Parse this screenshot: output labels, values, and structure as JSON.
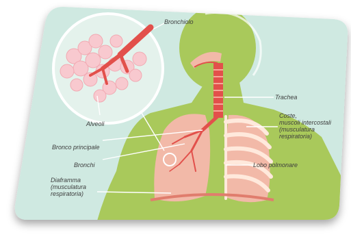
{
  "image_title": "",
  "labels": {
    "bronchiolo": "Bronchiolo",
    "trachea": "Trachea",
    "coste": "Coste,\nmuscoli intercostali\n(musculatura\nrespiratoria)",
    "alveoli": "Alveoli",
    "bronco_principale": "Bronco principale",
    "bronchi": "Bronchi",
    "lobo_polmonare": "Lobo polmonare",
    "diaframma": "Diaframma\n(musculatura\nrespiratoria)"
  },
  "colors": {
    "background_panel": "#cfe9e1",
    "body_silhouette": "#a9c95b",
    "lung_fill": "#f2b9a8",
    "trachea": "#e2504b",
    "ribs": "#ffe9dc",
    "label_text": "#3d3d3d"
  }
}
